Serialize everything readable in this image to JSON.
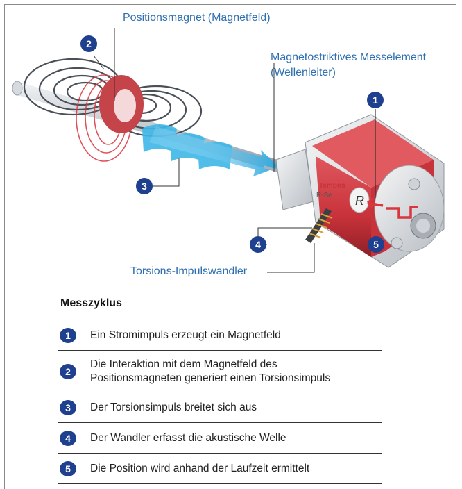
{
  "labels": {
    "position_magnet": "Positionsmagnet (Magnetfeld)",
    "waveguide_line1": "Magnetostriktives Messelement",
    "waveguide_line2": "(Wellenleiter)",
    "converter": "Torsions-Impulswandler"
  },
  "badges": [
    "1",
    "2",
    "3",
    "4",
    "5"
  ],
  "sensor_texts": {
    "brand": "Tempos",
    "model": "R-Se",
    "logo_letter": "R"
  },
  "section_title": "Messzyklus",
  "steps": [
    {
      "number": "1",
      "text": "Ein Stromimpuls erzeugt ein Magnetfeld"
    },
    {
      "number": "2",
      "text_line1": "Die Interaktion mit dem Magnetfeld des",
      "text_line2": "Positionsmagneten generiert einen Torsionsimpuls"
    },
    {
      "number": "3",
      "text": "Der Torsionsimpuls breitet sich aus"
    },
    {
      "number": "4",
      "text": "Der Wandler erfasst die akustische Welle"
    },
    {
      "number": "5",
      "text": "Die Position wird anhand der Laufzeit ermittelt"
    }
  ],
  "colors": {
    "callout_text": "#2e6fb0",
    "badge": "#1f3f8f",
    "housing_red": "#c8323a",
    "torsion_blue": "#3fb7e8",
    "field_red": "#d9363e",
    "field_grey": "#4a5058"
  }
}
